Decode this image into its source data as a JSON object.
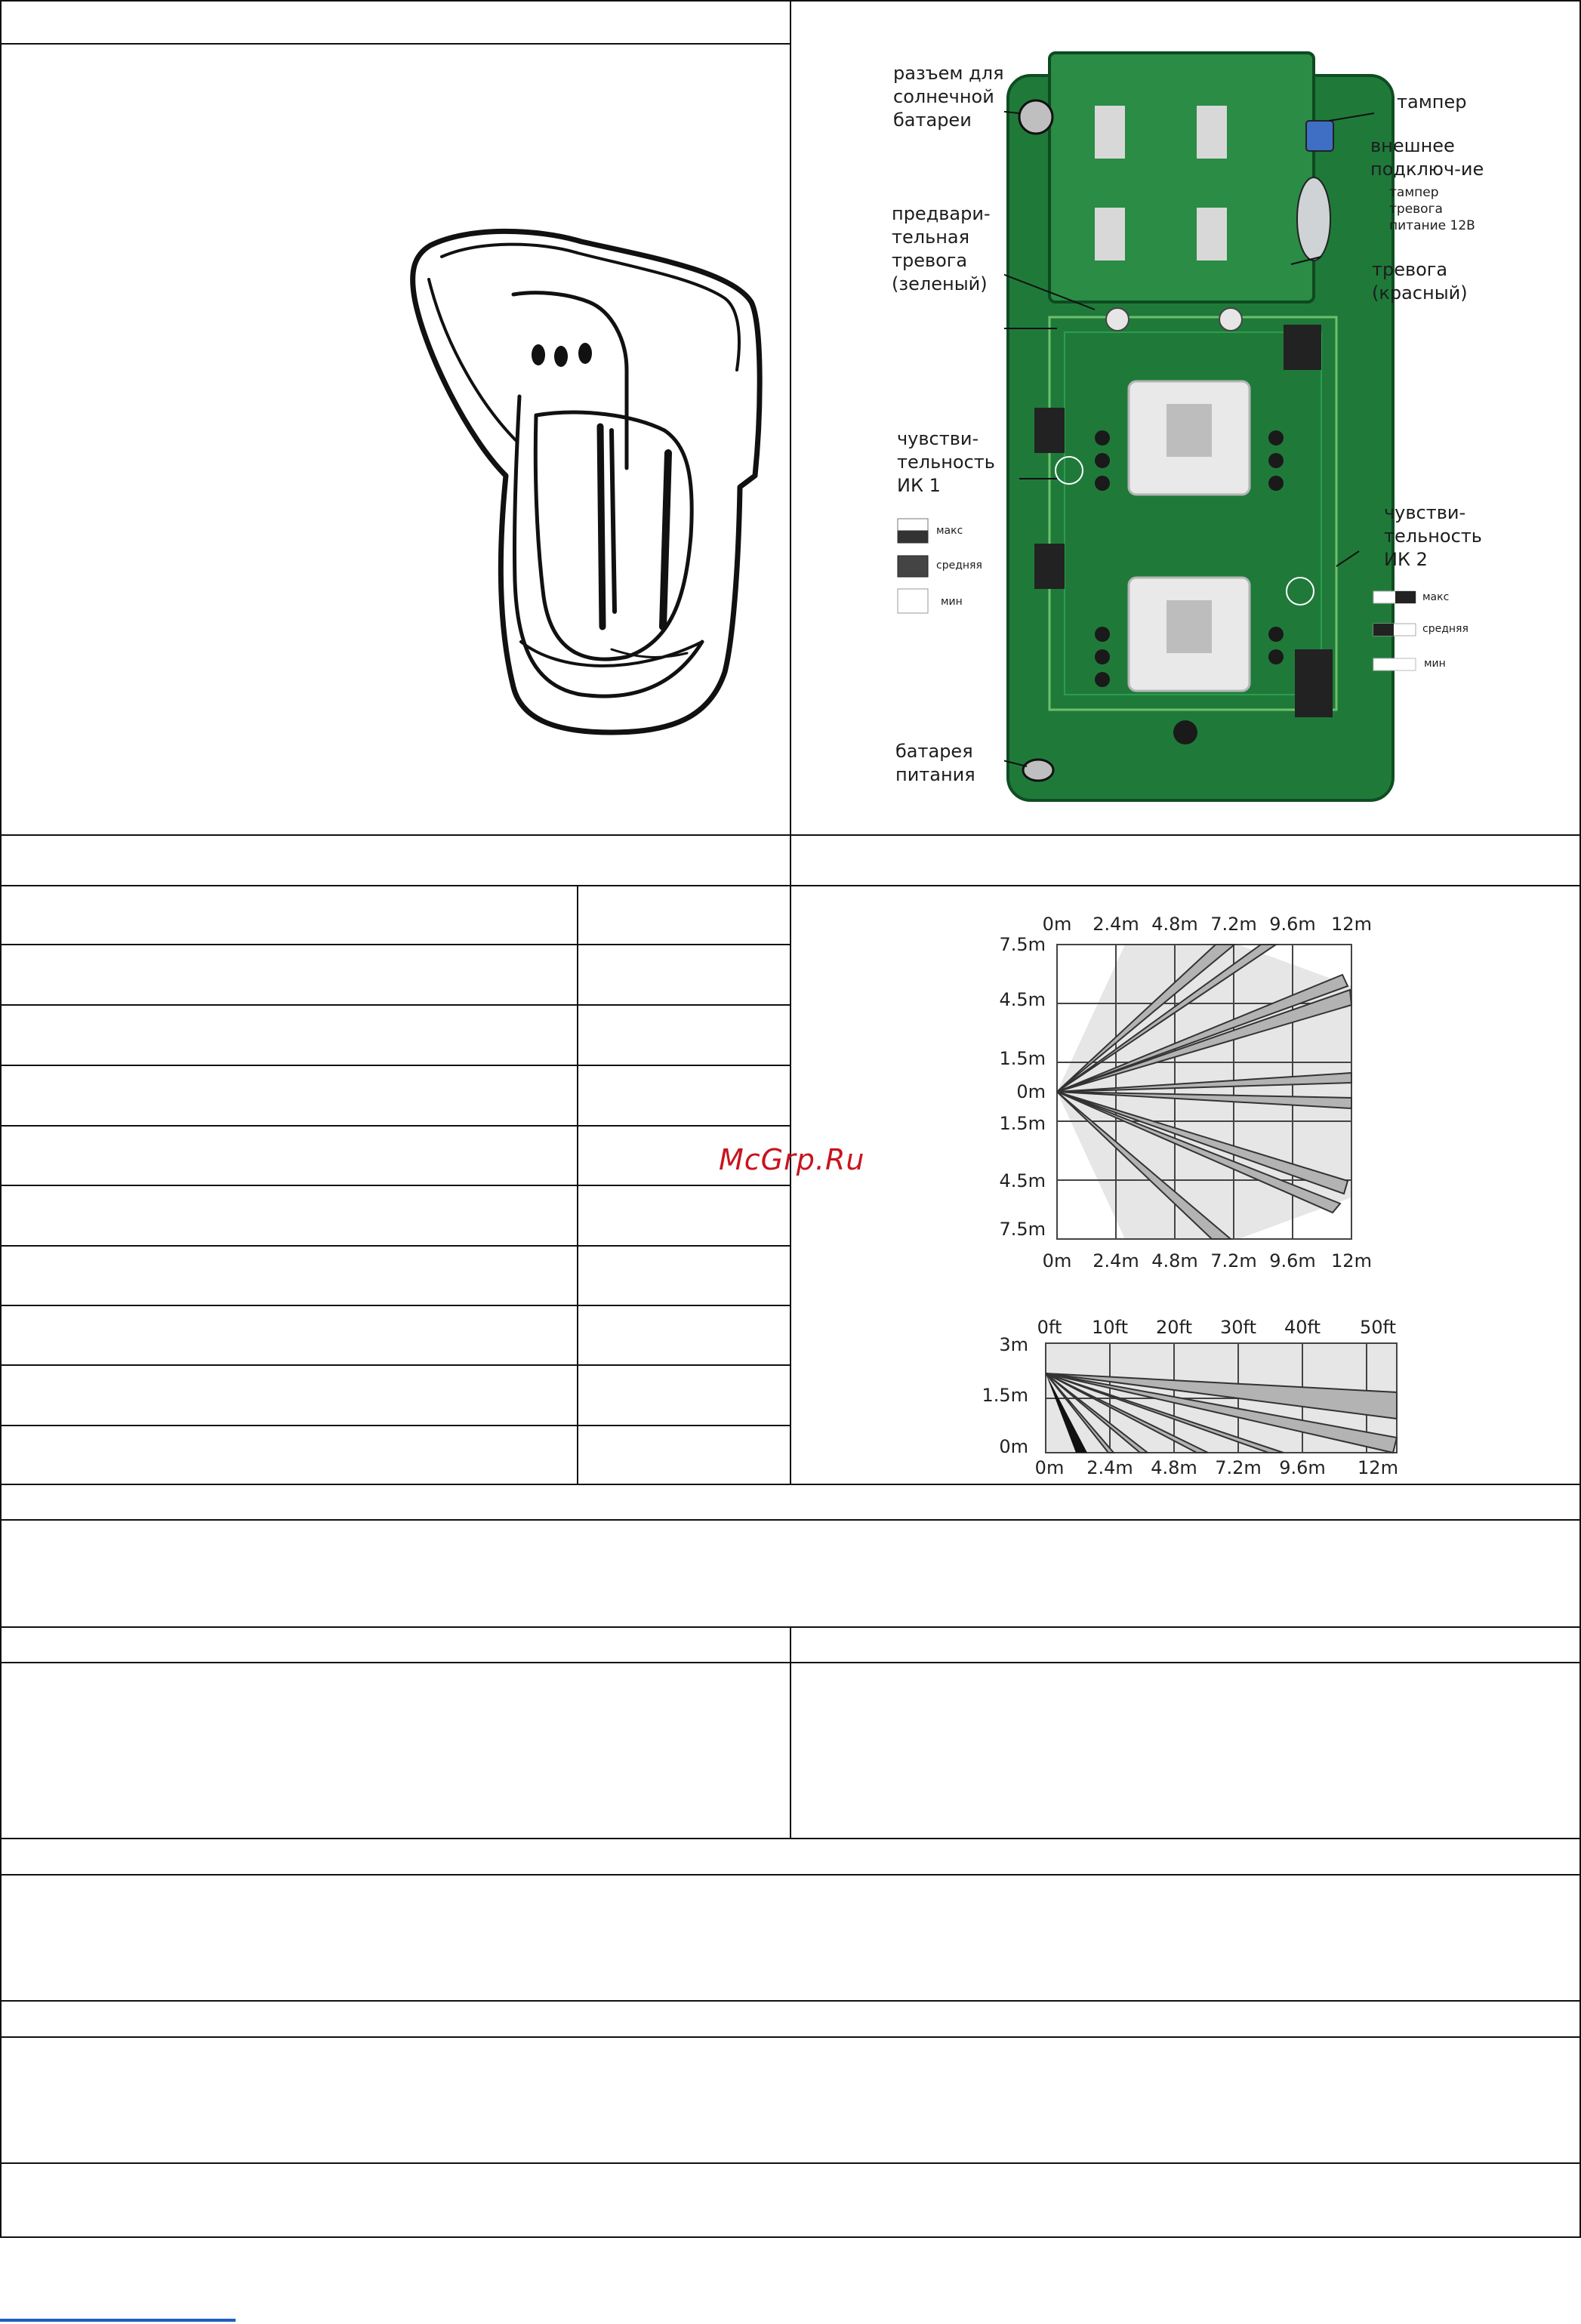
{
  "board_labels": {
    "solar": [
      "разъем для",
      "солнечной",
      "батареи"
    ],
    "tamper": "тампер",
    "external": [
      "внешнее",
      "подключ-ие"
    ],
    "external_sub": [
      "тампер",
      "тревога",
      "питание 12В"
    ],
    "pre_alarm": [
      "предвари-",
      "тельная",
      "тревога",
      "(зеленый)"
    ],
    "alarm": [
      "тревога",
      "(красный)"
    ],
    "ir1": [
      "чувстви-",
      "тельность",
      "ИК 1"
    ],
    "ir2": [
      "чувстви-",
      "тельность",
      "ИК 2"
    ],
    "jumpers": [
      "макс",
      "средняя",
      "мин"
    ],
    "battery": [
      "батарея",
      "питания"
    ]
  },
  "top_view": {
    "x_ticks": [
      "0m",
      "2.4m",
      "4.8m",
      "7.2m",
      "9.6m",
      "12m"
    ],
    "y_ticks": [
      "7.5m",
      "4.5m",
      "1.5m",
      "0m",
      "1.5m",
      "4.5m",
      "7.5m"
    ]
  },
  "side_view": {
    "top_ticks": [
      "0ft",
      "10ft",
      "20ft",
      "30ft",
      "40ft",
      "50ft"
    ],
    "bottom_ticks": [
      "0m",
      "2.4m",
      "4.8m",
      "7.2m",
      "9.6m",
      "12m"
    ],
    "y_ticks": [
      "3m",
      "1.5m",
      "0m"
    ]
  },
  "watermark": "McGrp.Ru",
  "colors": {
    "pcb": "#1f7a3a",
    "pcb_dark": "#14592a",
    "zone_fill": "#e6e6e6",
    "beam": "#b3b3b3",
    "watermark": "#c8141e"
  }
}
